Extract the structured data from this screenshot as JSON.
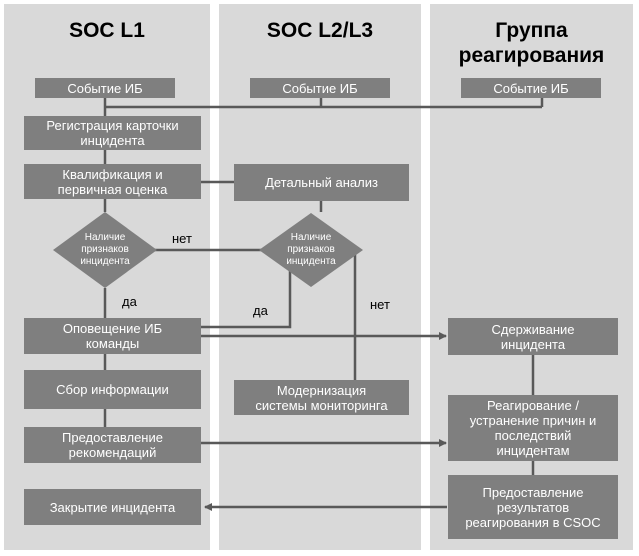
{
  "lanes": {
    "l1": "SOC L1",
    "l2": "SOC L2/L3",
    "l3": "Группа\nреагирования"
  },
  "nodes": {
    "event_l1": "Событие ИБ",
    "event_l2": "Событие ИБ",
    "event_l3": "Событие ИБ",
    "register": "Регистрация карточки\nинцидента",
    "qualify": "Квалификация и\nпервичная оценка",
    "detail": "Детальный анализ",
    "diamond_l1": "Наличие\nпризнаков\nинцидента",
    "diamond_l2": "Наличие\nпризнаков\nинцидента",
    "notify": "Оповещение ИБ\nкоманды",
    "collect": "Сбор информации",
    "recommend": "Предоставление\nрекомендаций",
    "close": "Закрытие инцидента",
    "modernize": "Модернизация\nсистемы мониторинга",
    "contain": "Сдерживание\nинцидента",
    "respond": "Реагирование /\nустранение причин и\nпоследствий\nинцидентам",
    "results": "Предоставление\nрезультатов\nреагирования в CSOC"
  },
  "labels": {
    "no1": "нет",
    "yes1": "да",
    "yes2": "да",
    "no2": "нет"
  },
  "colors": {
    "lane": "#d9d9d9",
    "box": "#7f7f7f",
    "line": "#595959"
  }
}
